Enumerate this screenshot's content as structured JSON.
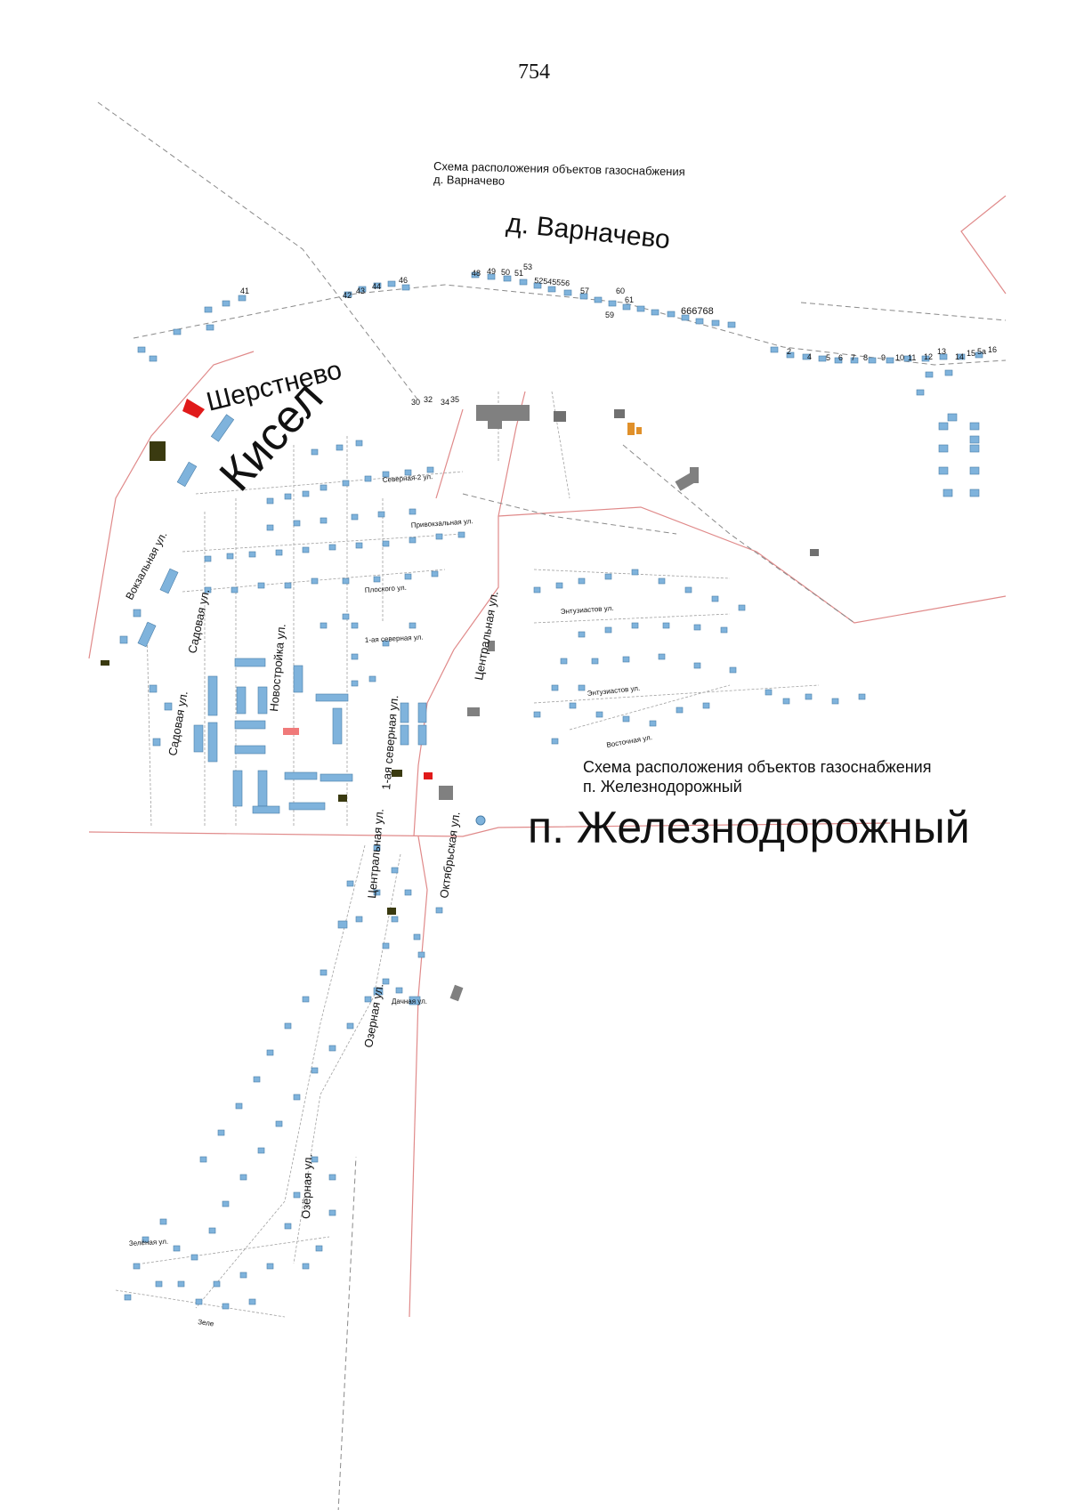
{
  "page_number": "754",
  "schemes": [
    {
      "title_line1": "Схема расположения объектов газоснабжения",
      "title_line2": "д. Варначево"
    },
    {
      "title_line1": "Схема расположения объектов газоснабжения",
      "title_line2": "п. Железнодорожный"
    }
  ],
  "settlements": {
    "varnachevo": "д. Варначево",
    "sherstnevo": "Шерстнево",
    "kiselevo": "Кисел",
    "zheleznodorozhny": "п. Железнодорожный"
  },
  "streets": {
    "vokzalnaya": "Вокзальная ул.",
    "sadovaya_1": "Садовая ул.",
    "sadovaya_2": "Садовая ул.",
    "novostroyka": "Новостройка ул.",
    "severnaya_2": "Северная-2 ул.",
    "privokzalnaya": "Привокзальная ул.",
    "ploskogo": "Плоского ул.",
    "pervaya_severnaya_small": "1-ая северная ул.",
    "pervaya_severnaya": "1-ая северная ул.",
    "tsentralnaya_1": "Центральная ул.",
    "tsentralnaya_2": "Центральная ул.",
    "entuziastov_1": "Энтузиастов ул.",
    "entuziastov_2": "Энтузиастов ул.",
    "vostochnaya": "Восточная ул.",
    "oktyabrskaya": "Октябрьская ул.",
    "ozernaya_1": "Озерная ул.",
    "ozernaya_2": "Озёрная ул.",
    "dachnaya": "Дачная ул.",
    "zelenaya": "Зелёная ул.",
    "zelenaya_cut": "Зеле"
  },
  "house_numbers": {
    "n41": "41",
    "n42": "42",
    "n43": "43",
    "n44": "44",
    "n46": "46",
    "n48": "48",
    "n49": "49",
    "n50": "50",
    "n51": "51",
    "n53": "53",
    "n52_56": "52545556",
    "n57": "57",
    "n60": "60",
    "n61": "61",
    "n59": "59",
    "n66_68": "666768",
    "n30": "30",
    "n32": "32",
    "n34": "34",
    "n35": "35",
    "r2": "2",
    "r4": "4",
    "r5": "5",
    "r6": "6",
    "r7": "7",
    "r8": "8",
    "r9": "9",
    "r10": "10",
    "r11": "11",
    "r12": "12",
    "r13": "13",
    "r14": "14",
    "r15": "15",
    "r5a": "5а",
    "r16": "16"
  },
  "colors": {
    "house": "#7fb3dc",
    "house_outline": "#4a7ea8",
    "gas_pipe": "#9a9a9a",
    "road": "#e08a8a",
    "industrial": "#808080",
    "red_marker": "#e01a1a",
    "pink_building": "#f07a7a",
    "dark_object": "#3a3a10",
    "orange_object": "#e0902a"
  }
}
